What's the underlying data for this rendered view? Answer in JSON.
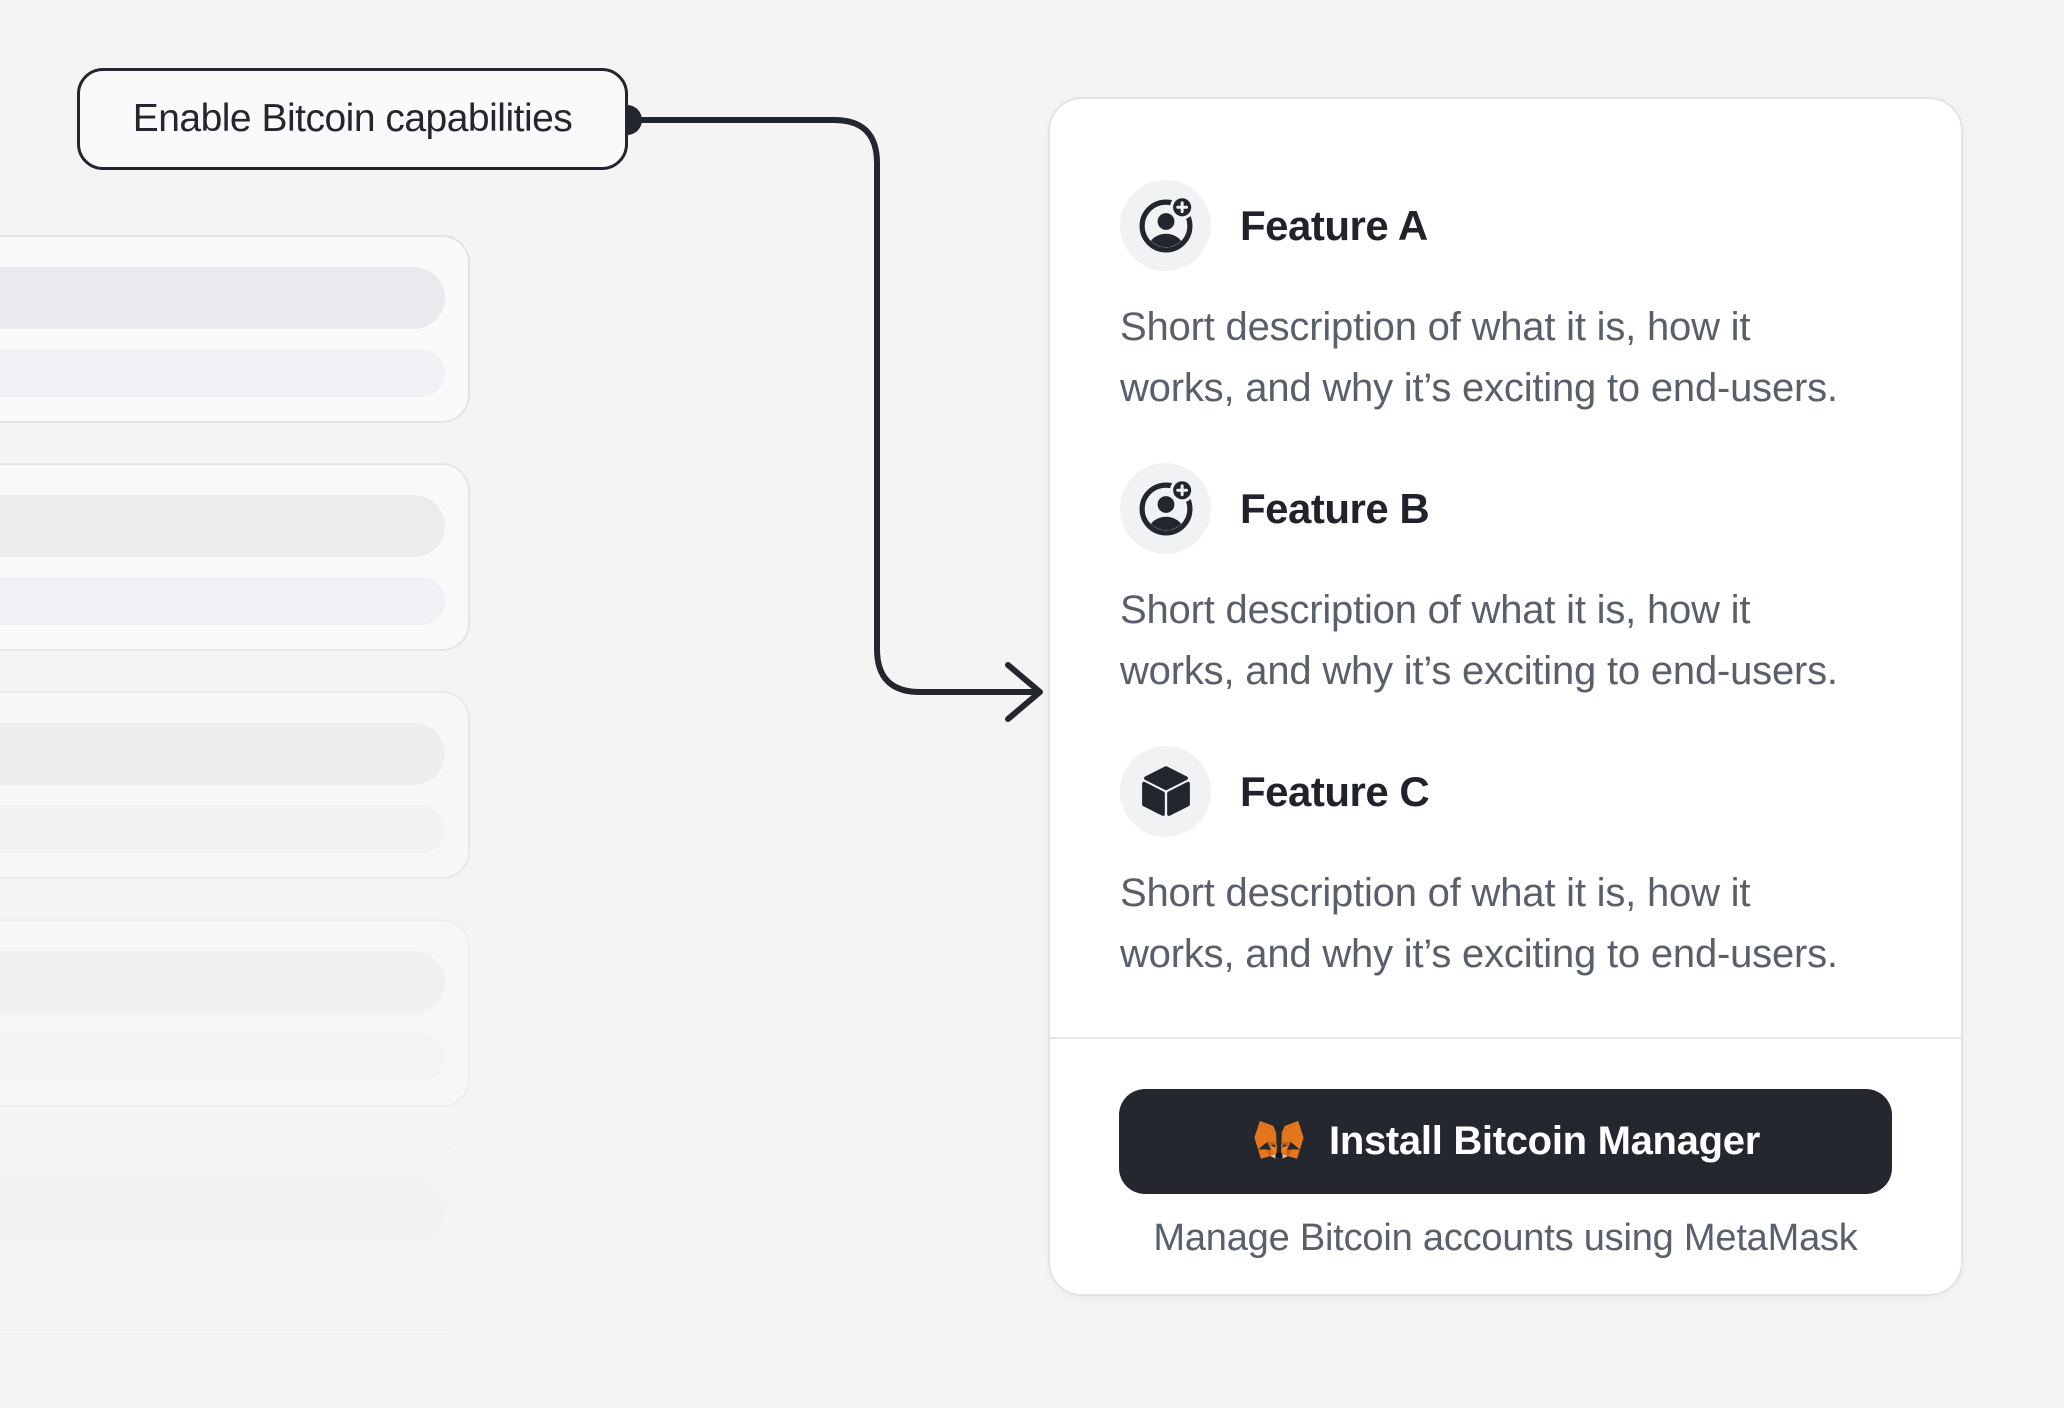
{
  "annotation": {
    "label": "Enable Bitcoin capabilities"
  },
  "skeleton_panel": {
    "card_count": 5,
    "bars_per_card": 2
  },
  "panel": {
    "features": [
      {
        "title": "Feature A",
        "icon": "user-add-icon",
        "lines": [
          "Short description of what it is, how it",
          "works, and why it’s exciting to end-users."
        ]
      },
      {
        "title": "Feature B",
        "icon": "user-add-icon",
        "lines": [
          "Short description of what it is, how it",
          "works, and why it’s exciting to end-users."
        ]
      },
      {
        "title": "Feature C",
        "icon": "cube-icon",
        "lines": [
          "Short description of what it is, how it",
          "works, and why it’s exciting to end-users."
        ]
      }
    ],
    "footer": {
      "button_label": "Install Bitcoin Manager",
      "button_icon": "metamask-fox-icon",
      "caption": "Manage Bitcoin accounts using MetaMask"
    }
  },
  "colors": {
    "page_bg": "#f4f4f5",
    "ink": "#23272d",
    "text_secondary": "#59606a",
    "card_bg": "#ffffff",
    "card_border": "#e3e4e8",
    "icon_circle_bg": "#f1f2f4",
    "button_bg": "#24272e",
    "button_text": "#ffffff",
    "fox_orange": "#e4761b"
  }
}
